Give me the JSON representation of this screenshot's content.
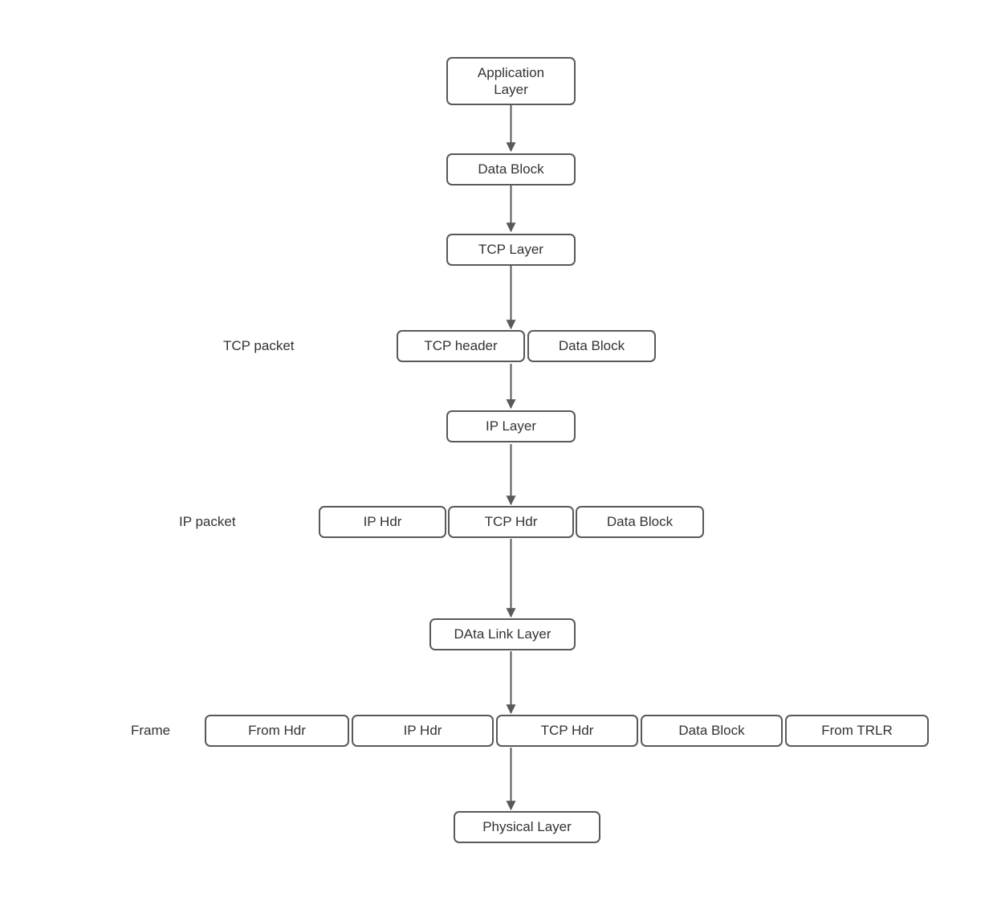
{
  "diagram": {
    "type": "flowchart",
    "subject": "TCP/IP encapsulation of data through protocol layers",
    "colors": {
      "background": "#ffffff",
      "node_border": "#595959",
      "node_fill": "#ffffff",
      "text": "#333333",
      "arrow": "#595959"
    },
    "nodes": {
      "application_layer": "Application\nLayer",
      "data_block": "Data Block",
      "tcp_layer": "TCP Layer",
      "tcp_header": "TCP header",
      "tcp_packet_data_block": "Data Block",
      "ip_layer": "IP Layer",
      "ip_hdr": "IP Hdr",
      "ip_packet_tcp_hdr": "TCP Hdr",
      "ip_packet_data_block": "Data Block",
      "data_link_layer": "DAta Link Layer",
      "frame_from_hdr": "From Hdr",
      "frame_ip_hdr": "IP Hdr",
      "frame_tcp_hdr": "TCP Hdr",
      "frame_data_block": "Data Block",
      "frame_from_trlr": "From TRLR",
      "physical_layer": "Physical Layer"
    },
    "row_labels": {
      "tcp_packet": "TCP packet",
      "ip_packet": "IP packet",
      "frame": "Frame"
    },
    "edges": [
      {
        "from": "application_layer",
        "to": "data_block"
      },
      {
        "from": "data_block",
        "to": "tcp_layer"
      },
      {
        "from": "tcp_layer",
        "to": "tcp_header"
      },
      {
        "from": "tcp_header",
        "to": "ip_layer"
      },
      {
        "from": "ip_layer",
        "to": "ip_packet_tcp_hdr"
      },
      {
        "from": "ip_packet_tcp_hdr",
        "to": "data_link_layer"
      },
      {
        "from": "data_link_layer",
        "to": "frame_tcp_hdr"
      },
      {
        "from": "frame_tcp_hdr",
        "to": "physical_layer"
      }
    ]
  }
}
